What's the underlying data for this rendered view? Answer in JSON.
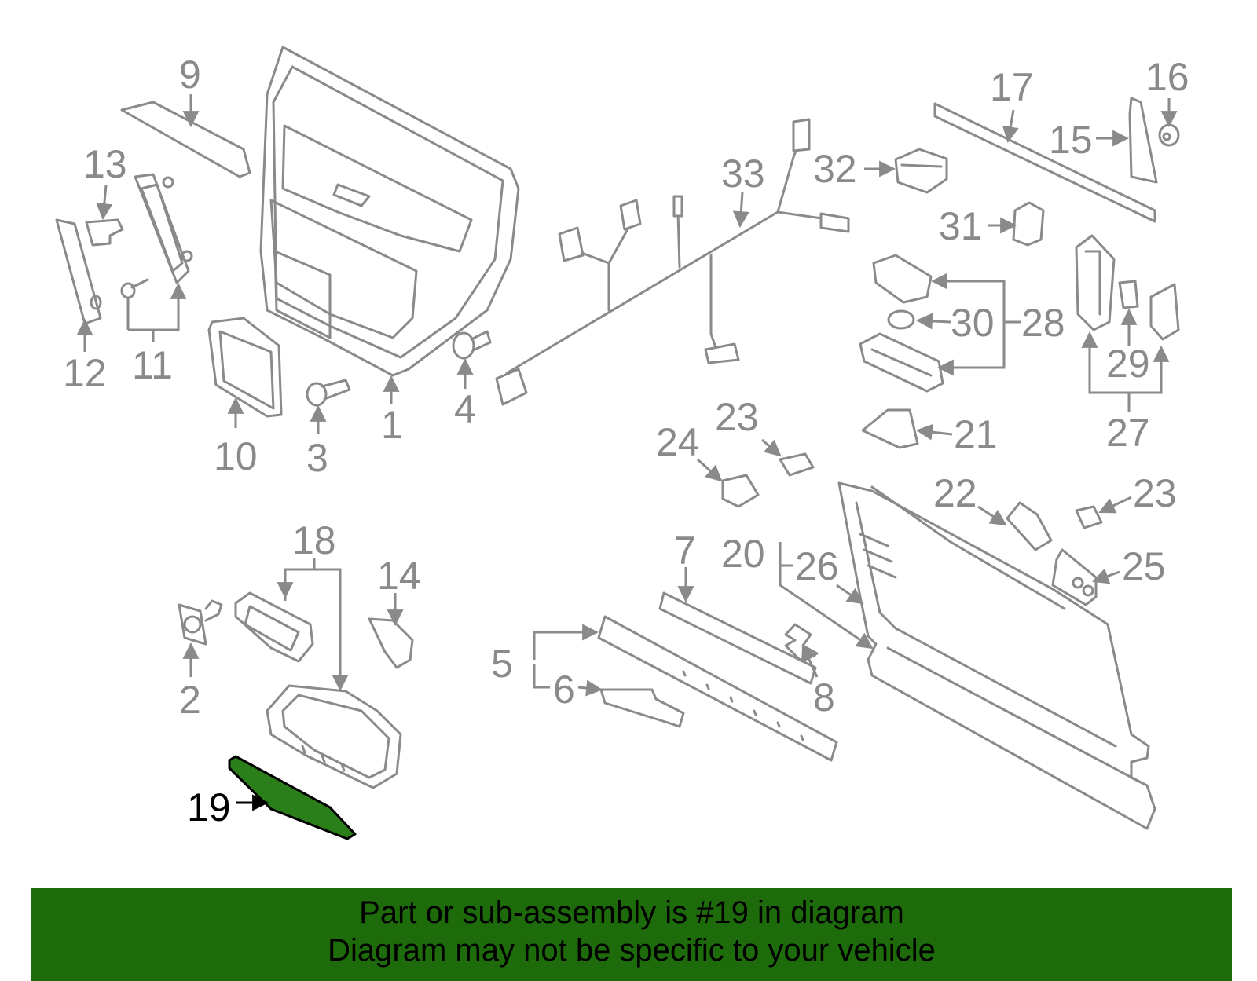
{
  "callouts": {
    "c1": "1",
    "c2": "2",
    "c3": "3",
    "c4": "4",
    "c5": "5",
    "c6": "6",
    "c7": "7",
    "c8": "8",
    "c9": "9",
    "c10": "10",
    "c11": "11",
    "c12": "12",
    "c13": "13",
    "c14": "14",
    "c15": "15",
    "c16": "16",
    "c17": "17",
    "c18": "18",
    "c19": "19",
    "c20": "20",
    "c21": "21",
    "c22": "22",
    "c23a": "23",
    "c23b": "23",
    "c24": "24",
    "c25": "25",
    "c26": "26",
    "c27": "27",
    "c28": "28",
    "c29": "29",
    "c30": "30",
    "c31": "31",
    "c32": "32",
    "c33": "33"
  },
  "highlight": {
    "part_number": "19",
    "color": "#2a7f1a"
  },
  "colors": {
    "line_gray": "#8a8a8a",
    "banner_bg": "#1d6b0a"
  },
  "banner": {
    "line1": "Part or sub-assembly is #19 in diagram",
    "line2": "Diagram may not be specific to your vehicle"
  }
}
